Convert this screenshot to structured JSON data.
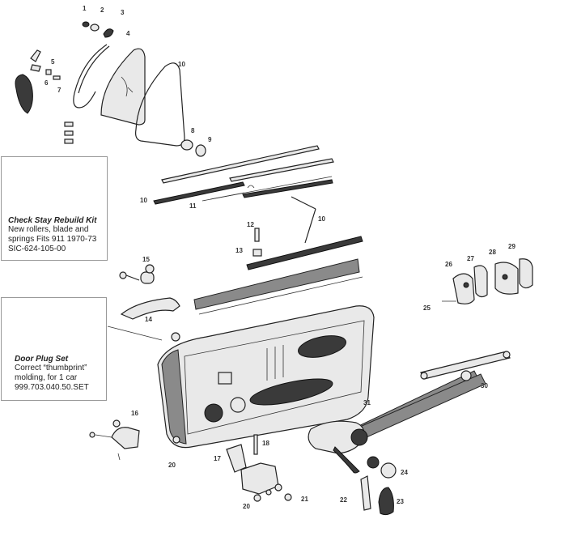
{
  "diagram": {
    "callouts": [
      "1",
      "2",
      "3",
      "4",
      "5",
      "6",
      "7",
      "8",
      "9",
      "10",
      "10",
      "10",
      "11",
      "12",
      "13",
      "14",
      "15",
      "16",
      "17",
      "18",
      "20",
      "20",
      "21",
      "22",
      "23",
      "24",
      "25",
      "26",
      "27",
      "28",
      "29",
      "30",
      "31"
    ]
  },
  "check_stay_kit": {
    "title": "Check Stay Rebuild Kit",
    "description": "New rollers, blade and\nsprings Fits 911 1970-73\nSIC-624-105-00"
  },
  "door_plug_set": {
    "title": "Door Plug Set",
    "description": "Correct “thumbprint”\nmolding, for 1 car\n999.703.040.50.SET"
  },
  "colors": {
    "plug": "#8c8c8c",
    "outline": "#222222",
    "box_border": "#999999"
  }
}
